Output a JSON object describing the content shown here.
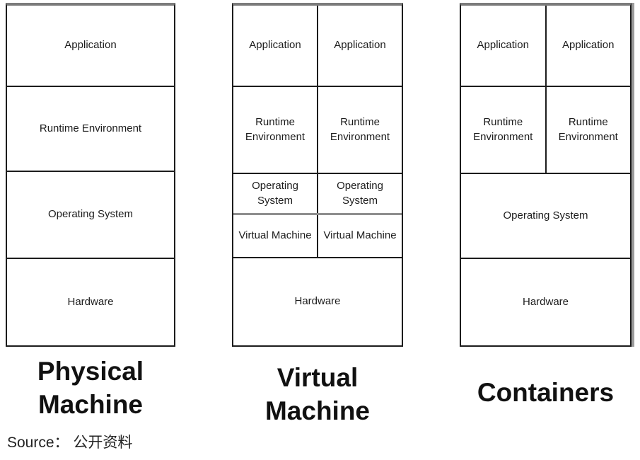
{
  "columns": [
    {
      "label": "Physical Machine",
      "layers": {
        "application": "Application",
        "runtime": "Runtime Environment",
        "os": "Operating System",
        "hardware": "Hardware"
      }
    },
    {
      "label": "Virtual Machine",
      "layers": {
        "application_left": "Application",
        "application_right": "Application",
        "runtime_left": "Runtime Environment",
        "runtime_right": "Runtime Environment",
        "os_left": "Operating System",
        "os_right": "Operating System",
        "vm_left": "Virtual Machine",
        "vm_right": "Virtual Machine",
        "hardware": "Hardware"
      }
    },
    {
      "label": "Containers",
      "layers": {
        "application_left": "Application",
        "application_right": "Application",
        "runtime_left": "Runtime Environment",
        "runtime_right": "Runtime Environment",
        "os": "Operating System",
        "hardware": "Hardware"
      }
    }
  ],
  "source_line": "Source： 公开资料",
  "colors": {
    "box_border": "#1c1c1c",
    "box_top_edge": "#7b7b7b",
    "vm_gray_divider": "#8e8e8e",
    "text": "#1c1c1c",
    "background": "#ffffff"
  }
}
